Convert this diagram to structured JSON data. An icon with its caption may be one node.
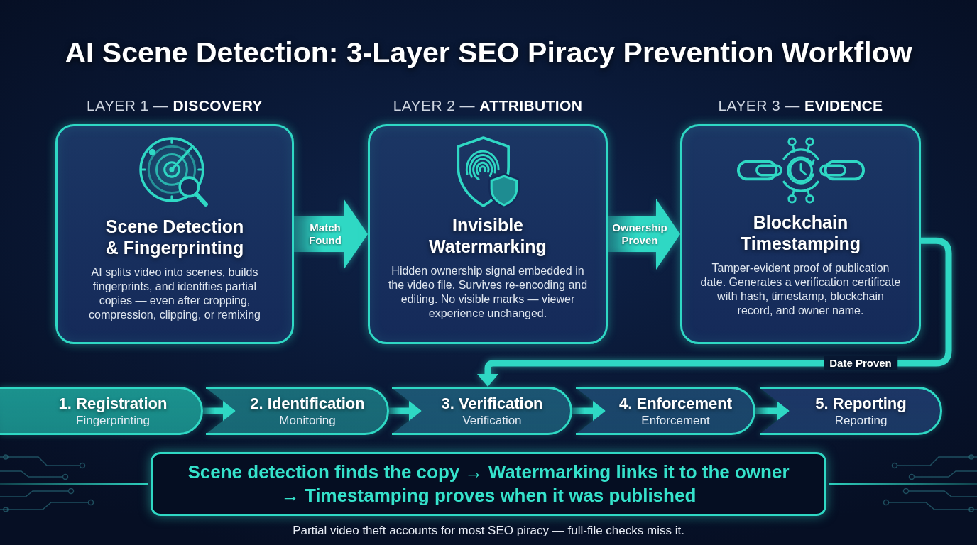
{
  "diagram": {
    "title": "AI Scene Detection: 3-Layer SEO Piracy Prevention Workflow",
    "nodes": [
      {
        "text": [
          "LAYER 1 — **DISCOVERY**",
          "Scene Detection & Fingerprinting",
          "AI splits video into scenes, builds fingerprints, and identifies partial copies — even after cropping, compression, clipping, or remixing"
        ]
      },
      {
        "text": [
          "LAYER 2 — **ATTRIBUTION**",
          "Invisible Watermarking",
          "Hidden ownership signal embedded in the video file. Survives re-encoding and editing. No visible marks — viewer experience unchanged."
        ]
      },
      {
        "text": [
          "LAYER 3 — **EVIDENCE**",
          "Blockchain Timestamping",
          "Tamper-evident proof of publication date. Generates a verification certificate with hash, timestamp, blockchain record, and owner name."
        ]
      },
      {
        "text": [
          "1. Registration",
          "Fingerprinting"
        ]
      },
      {
        "text": [
          "2. Identification",
          "Monitoring"
        ]
      },
      {
        "text": [
          "3. Verification",
          "Verification"
        ]
      },
      {
        "text": [
          "4. Enforcement",
          "Enforcement"
        ]
      },
      {
        "text": [
          "5. Reporting",
          "Reporting"
        ]
      },
      {
        "text": [
          "Scene detection finds the copy → Watermarking links it to the owner → Timestamping proves when it was published"
        ]
      }
    ],
    "edges": [
      {
        "from": 0,
        "to": 1,
        "arrow": "to",
        "label": "Match Found",
        "style": "thick"
      },
      {
        "from": 1,
        "to": 2,
        "arrow": "to",
        "label": "Ownership Proven",
        "style": "thick"
      },
      {
        "from": 2,
        "to": 5,
        "arrow": "to",
        "label": "Date Proven"
      },
      {
        "from": 3,
        "to": 4,
        "arrow": "to"
      },
      {
        "from": 4,
        "to": 5,
        "arrow": "to"
      },
      {
        "from": 5,
        "to": 6,
        "arrow": "to"
      },
      {
        "from": 6,
        "to": 7,
        "arrow": "to"
      }
    ],
    "caption": "Partial video theft accounts for most SEO piracy — full-file checks miss it."
  }
}
